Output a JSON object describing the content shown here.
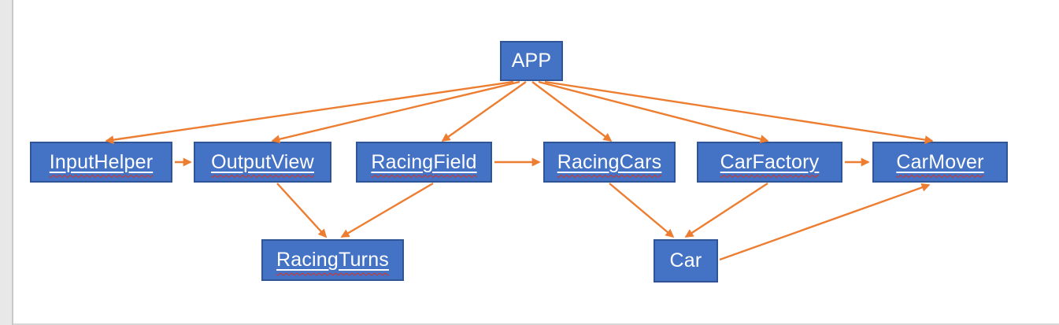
{
  "colors": {
    "node_fill": "#4472C4",
    "node_border": "#2F5597",
    "node_text": "#ffffff",
    "arrow": "#ED7D31",
    "spellcheck_underline": "#e0301e",
    "gutter": "#e8e8e8"
  },
  "diagram": {
    "nodes": [
      {
        "id": "app",
        "label": "APP",
        "misspelled": false
      },
      {
        "id": "inputhelper",
        "label": "InputHelper",
        "misspelled": true
      },
      {
        "id": "outputview",
        "label": "OutputView",
        "misspelled": true
      },
      {
        "id": "racingfield",
        "label": "RacingField",
        "misspelled": true
      },
      {
        "id": "racingcars",
        "label": "RacingCars",
        "misspelled": true
      },
      {
        "id": "carfactory",
        "label": "CarFactory",
        "misspelled": true
      },
      {
        "id": "carmover",
        "label": "CarMover",
        "misspelled": true
      },
      {
        "id": "racingturns",
        "label": "RacingTurns",
        "misspelled": true
      },
      {
        "id": "car",
        "label": "Car",
        "misspelled": false
      }
    ],
    "edges": [
      {
        "from": "APP",
        "to": "InputHelper"
      },
      {
        "from": "APP",
        "to": "OutputView"
      },
      {
        "from": "APP",
        "to": "RacingField"
      },
      {
        "from": "APP",
        "to": "RacingCars"
      },
      {
        "from": "APP",
        "to": "CarFactory"
      },
      {
        "from": "APP",
        "to": "CarMover"
      },
      {
        "from": "InputHelper",
        "to": "OutputView"
      },
      {
        "from": "RacingField",
        "to": "RacingCars"
      },
      {
        "from": "CarFactory",
        "to": "CarMover"
      },
      {
        "from": "OutputView",
        "to": "RacingTurns"
      },
      {
        "from": "RacingField",
        "to": "RacingTurns"
      },
      {
        "from": "RacingCars",
        "to": "Car"
      },
      {
        "from": "CarFactory",
        "to": "Car"
      },
      {
        "from": "Car",
        "to": "CarMover"
      }
    ]
  }
}
